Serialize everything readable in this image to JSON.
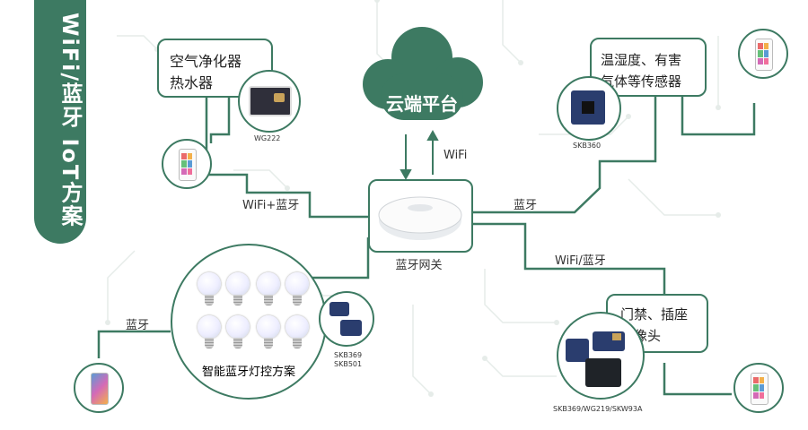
{
  "banner": {
    "title": "WiFi/蓝牙 IoT方案"
  },
  "cloud": {
    "label": "云端平台",
    "link_label": "WiFi"
  },
  "gateway": {
    "label": "蓝牙网关"
  },
  "air": {
    "line1": "空气净化器",
    "line2": "热水器",
    "module": "WG222",
    "link_label": "WiFi+蓝牙"
  },
  "sensors": {
    "line1": "温湿度、有害",
    "line2": "气体等传感器",
    "module": "SKB360",
    "link_label": "蓝牙"
  },
  "lighting": {
    "label": "智能蓝牙灯控方案",
    "module1": "SKB369",
    "module2": "SKB501",
    "link_label": "蓝牙"
  },
  "access": {
    "line1": "门禁、插座",
    "line2": "摄像头",
    "module": "SKB369/WG219/SKW93A",
    "link_label": "WiFi/蓝牙"
  },
  "colors": {
    "primary": "#3d7a62",
    "background": "#ffffff"
  }
}
